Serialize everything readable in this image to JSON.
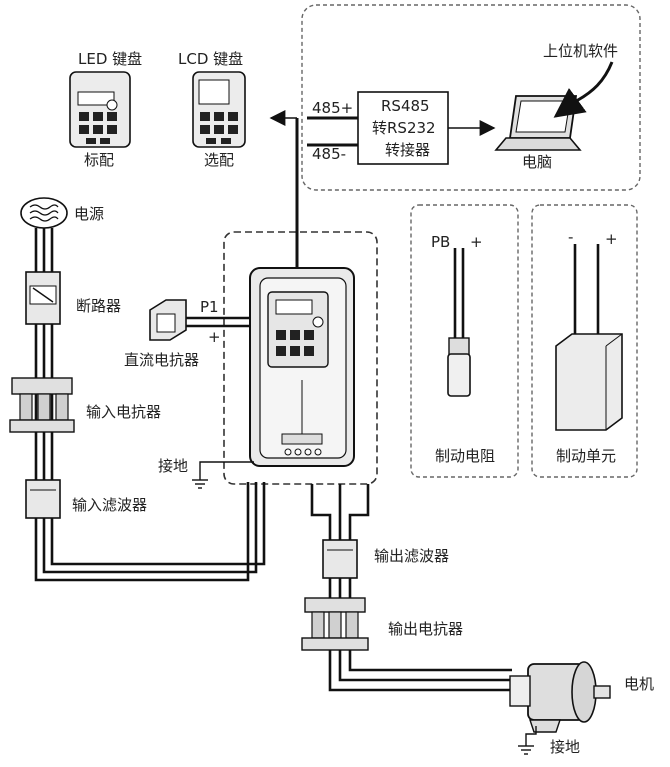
{
  "labels": {
    "led_keypad": "LED 键盘",
    "lcd_keypad": "LCD 键盘",
    "standard": "标配",
    "optional": "选配",
    "host_software": "上位机软件",
    "converter_line1": "RS485",
    "converter_line2": "转RS232",
    "converter_line3": "转接器",
    "port_485_plus": "485+",
    "port_485_minus": "485-",
    "computer": "电脑",
    "power": "电源",
    "breaker": "断路器",
    "dc_reactor": "直流电抗器",
    "p1": "P1",
    "plus_dc": "+",
    "input_reactor": "输入电抗器",
    "ground_1": "接地",
    "input_filter": "输入滤波器",
    "braking_resistor": "制动电阻",
    "pb": "PB",
    "pb_plus": "+",
    "braking_unit": "制动单元",
    "bu_minus": "-",
    "bu_plus": "+",
    "output_filter": "输出滤波器",
    "output_reactor": "输出电抗器",
    "motor": "电机",
    "ground_2": "接地"
  },
  "colors": {
    "line": "#111111",
    "device_fill": "#e6e6e6",
    "screen_fill": "#f2f2f2",
    "dashed_border": "#555555"
  }
}
